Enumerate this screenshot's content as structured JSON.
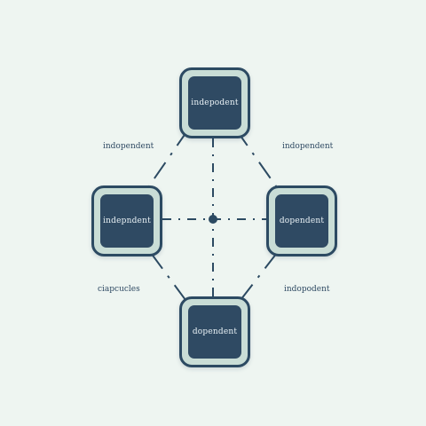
{
  "nodes": {
    "top": "indepodent",
    "left": "indepndent",
    "right": "dopendent",
    "bottom": "dopendent"
  },
  "edge_labels": {
    "top_left": "indopendent",
    "top_right": "indopendent",
    "bottom_left": "ciapcucles",
    "bottom_right": "indopodent"
  },
  "colors": {
    "background": "#eef5f1",
    "node_fill": "#2f4a63",
    "node_frame": "#c9ddd6",
    "line": "#2c4a62"
  }
}
